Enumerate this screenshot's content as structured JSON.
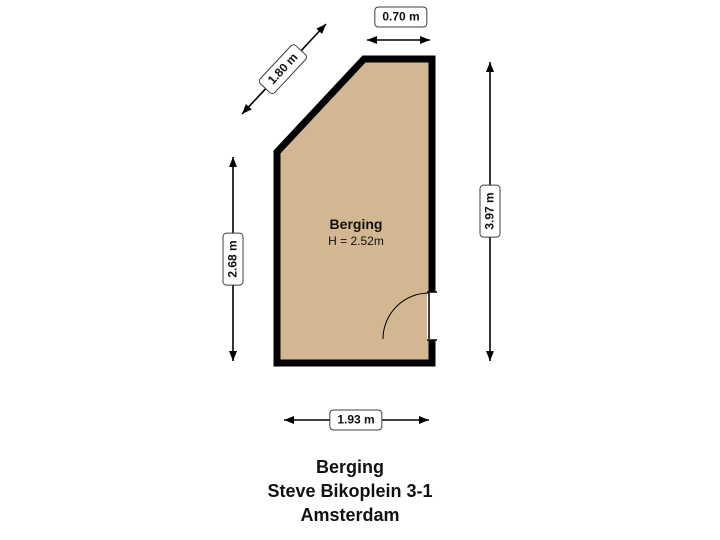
{
  "plan": {
    "room": {
      "name": "Berging",
      "height_label": "H = 2.52m"
    },
    "dimensions": {
      "top": "0.70 m",
      "diagonal": "1.80 m",
      "left": "2.68 m",
      "right": "3.97 m",
      "bottom": "1.93 m"
    },
    "colors": {
      "floor": "#d3b792",
      "wall": "#000000",
      "background": "#ffffff"
    }
  },
  "footer": {
    "line1": "Berging",
    "line2": "Steve Bikoplein 3-1",
    "line3": "Amsterdam"
  }
}
